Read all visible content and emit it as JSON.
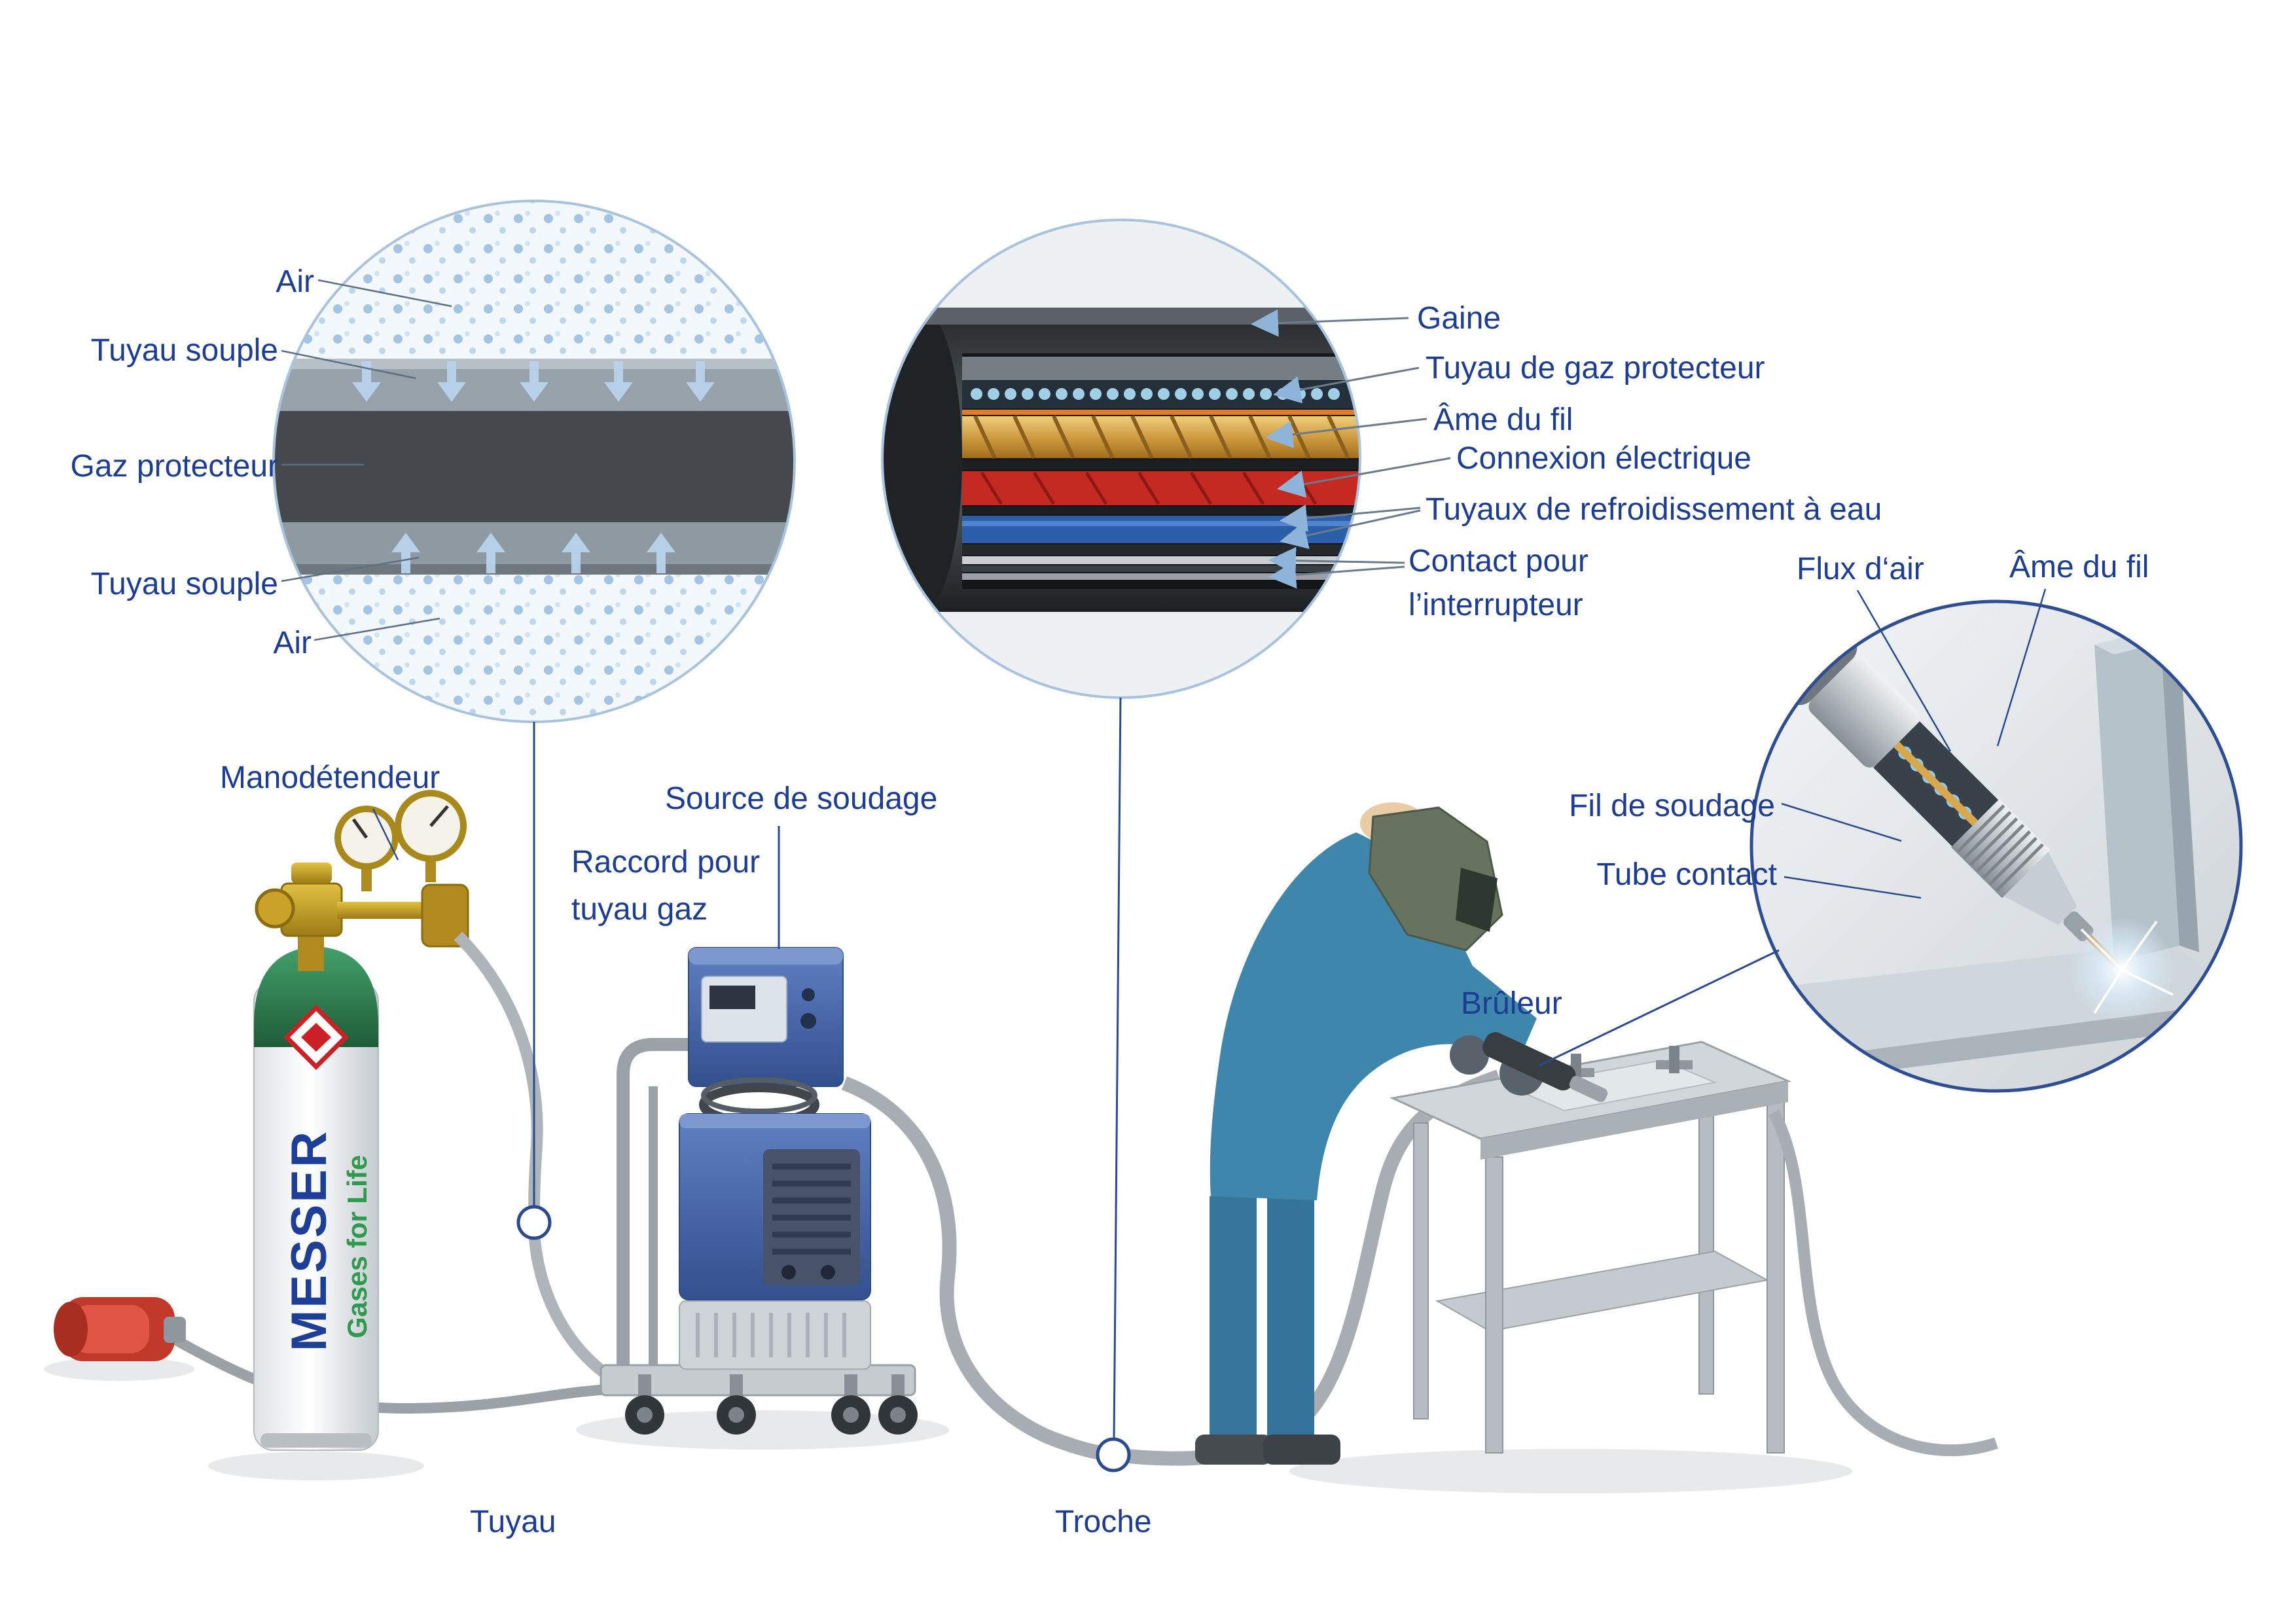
{
  "colors": {
    "label": "#1d3d93",
    "accent_blue": "#2b4a8f",
    "brand_blue": "#1e3f97",
    "brand_green": "#2f9a4e",
    "brand_red": "#cc2027"
  },
  "detail_hose": {
    "labels": {
      "air_top": "Air",
      "hose_top": "Tuyau souple",
      "gas": "Gaz protecteur",
      "hose_bottom": "Tuyau souple",
      "air_bottom": "Air"
    }
  },
  "detail_cable": {
    "labels": {
      "sheath": "Gaine",
      "gas_tube": "Tuyau de gaz protecteur",
      "wire_core": "Âme du fil",
      "electrical": "Connexion électrique",
      "cooling": "Tuyaux de refroidissement à eau",
      "switch_line1": "Contact pour",
      "switch_line2": "l’interrupteur"
    }
  },
  "detail_torch": {
    "labels": {
      "air_flow": "Flux d‘air",
      "wire_core": "Âme du fil",
      "welding_wire": "Fil de soudage",
      "contact_tube": "Tube contact",
      "torch": "Brûleur"
    }
  },
  "scene": {
    "labels": {
      "regulator": "Manodétendeur",
      "power_source": "Source de soudage",
      "gas_connector_line1": "Raccord pour",
      "gas_connector_line2": "tuyau gaz",
      "hose": "Tuyau",
      "torch_hose": "Troche"
    },
    "cylinder": {
      "brand": "MESSER",
      "slogan": "Gases for Life"
    }
  }
}
